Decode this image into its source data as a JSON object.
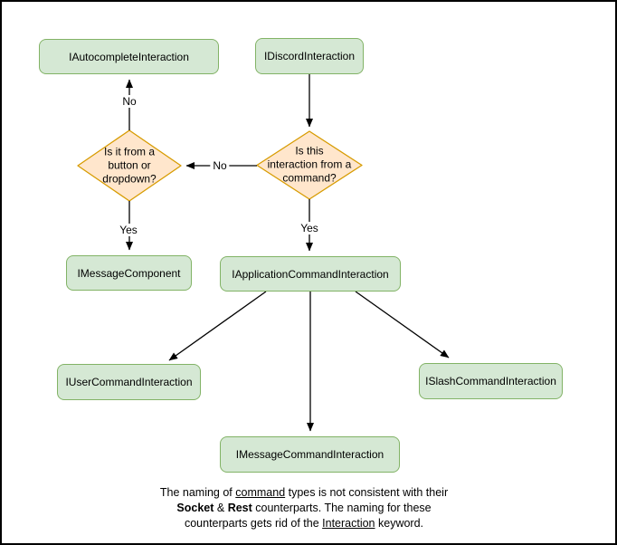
{
  "colors": {
    "background": "#ffffff",
    "frame": "#000000",
    "node_fill": "#d5e8d4",
    "node_stroke": "#82b366",
    "decision_fill": "#ffe6cc",
    "decision_stroke": "#d79b00",
    "arrow": "#000000"
  },
  "nodes": {
    "autocomplete": {
      "label": "IAutocompleteInteraction"
    },
    "discord": {
      "label": "IDiscordInteraction"
    },
    "message_component": {
      "label": "IMessageComponent"
    },
    "application_command": {
      "label": "IApplicationCommandInteraction"
    },
    "user_command": {
      "label": "IUserCommandInteraction"
    },
    "slash_command": {
      "label": "ISlashCommandInteraction"
    },
    "message_command": {
      "label": "IMessageCommandInteraction"
    }
  },
  "decisions": {
    "button_dropdown": {
      "label": "Is it from a\nbutton or\ndropdown?"
    },
    "from_command": {
      "label": "Is this\ninteraction from a\ncommand?"
    }
  },
  "edge_labels": {
    "no_autocomplete": "No",
    "no_between": "No",
    "yes_message_component": "Yes",
    "yes_application_command": "Yes"
  },
  "note": {
    "l1_pre": "The naming of ",
    "l1_u": "command",
    "l1_post": " types is not consistent with their",
    "l2_b1": "Socket",
    "l2_amp": " & ",
    "l2_b2": "Rest",
    "l2_post": " counterparts. The naming for these",
    "l3_pre": "counterparts gets rid of the ",
    "l3_u": "Interaction",
    "l3_post": " keyword."
  }
}
